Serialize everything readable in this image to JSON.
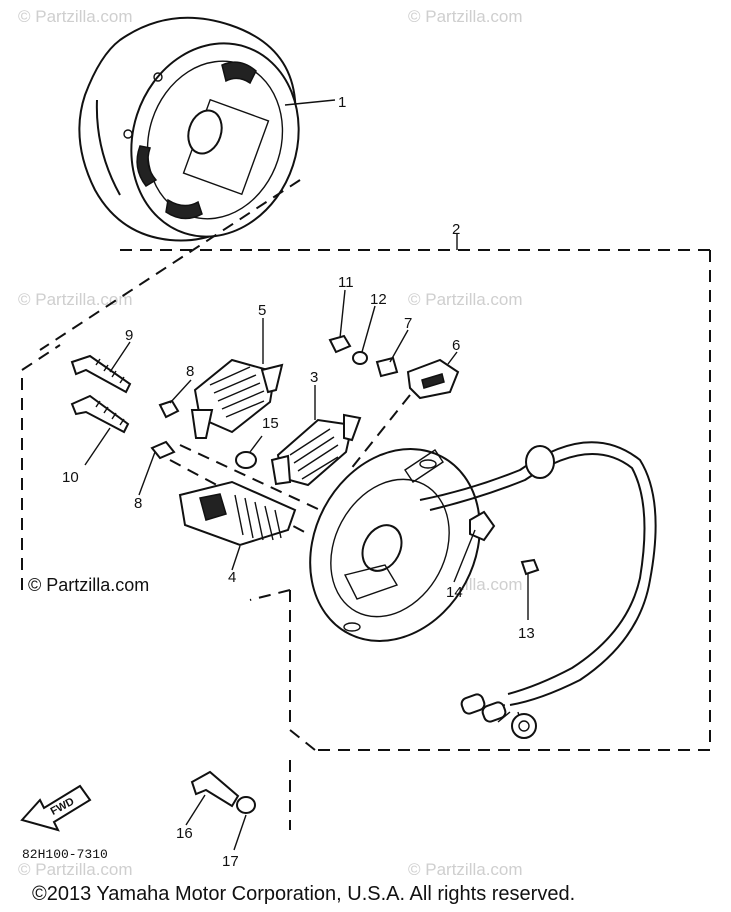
{
  "watermarks": {
    "light": "© Partzilla.com",
    "strong": "© Partzilla.com"
  },
  "callouts": [
    "1",
    "2",
    "3",
    "4",
    "5",
    "6",
    "7",
    "8",
    "8",
    "9",
    "10",
    "11",
    "12",
    "13",
    "14",
    "15",
    "16",
    "17"
  ],
  "fwd_label": "FWD",
  "diagram_code": "82H100-7310",
  "copyright": "©2013  Yamaha Motor Corporation, U.S.A. All rights reserved."
}
